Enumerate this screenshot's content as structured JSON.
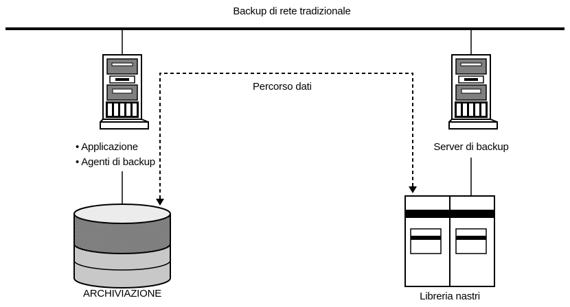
{
  "diagram": {
    "title": "Backup di rete tradizionale",
    "data_path_label": "Percorso dati",
    "app_server": {
      "bullets": [
        "Applicazione",
        "Agenti di backup"
      ]
    },
    "backup_server": {
      "label": "Server di backup"
    },
    "storage": {
      "label": "ARCHIVIAZIONE"
    },
    "tape_library": {
      "label": "Libreria nastri"
    }
  }
}
